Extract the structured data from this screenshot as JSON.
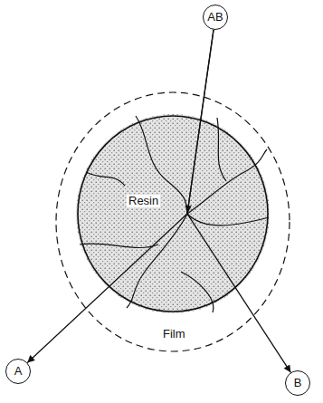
{
  "diagram": {
    "nodes": [
      {
        "text": [
          "AB"
        ]
      },
      {
        "text": [
          "Film"
        ]
      },
      {
        "text": [
          "Resin"
        ],
        "in": 1
      },
      {
        "text": [
          "A"
        ]
      },
      {
        "text": [
          "B"
        ]
      }
    ],
    "edges": [
      {
        "from": 0,
        "to": 3,
        "arrow": "to"
      },
      {
        "from": 0,
        "to": 4,
        "arrow": "to"
      }
    ]
  }
}
